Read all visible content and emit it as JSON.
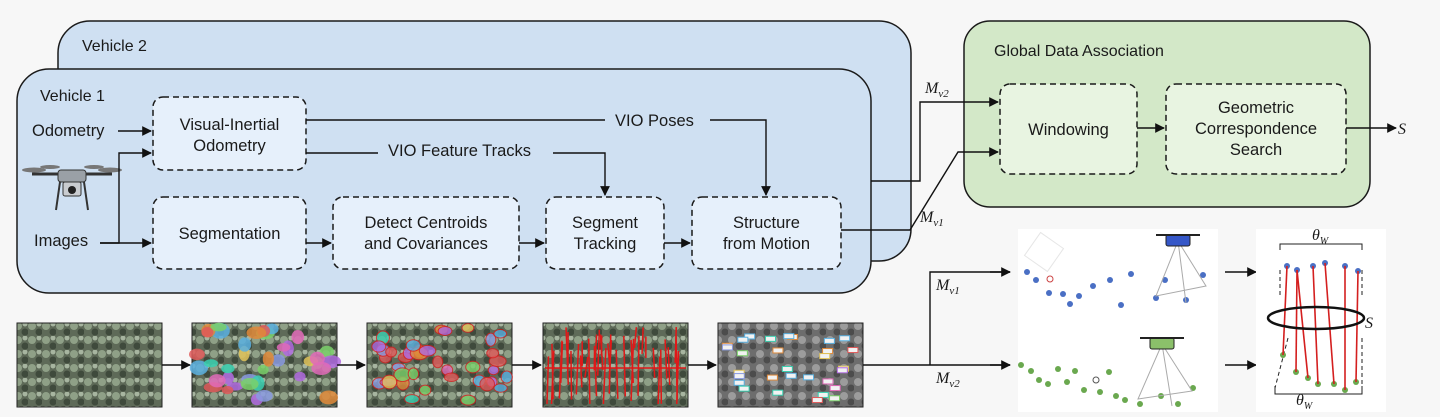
{
  "panels": {
    "vehicle2": "Vehicle 2",
    "vehicle1": "Vehicle 1",
    "global": "Global Data Association"
  },
  "inputs": {
    "odometry": "Odometry",
    "images": "Images"
  },
  "nodes": {
    "vio": [
      "Visual-Inertial",
      "Odometry"
    ],
    "segmentation": [
      "Segmentation"
    ],
    "detect": [
      "Detect Centroids",
      "and Covariances"
    ],
    "tracking": [
      "Segment",
      "Tracking"
    ],
    "sfm": [
      "Structure",
      "from Motion"
    ],
    "windowing": [
      "Windowing"
    ],
    "search": [
      "Geometric",
      "Correspondence",
      "Search"
    ]
  },
  "edge_labels": {
    "vio_poses": "VIO Poses",
    "vio_tracks": "VIO Feature Tracks"
  },
  "math": {
    "mv2_main": "M",
    "mv2_main_sub": "v2",
    "mv1_main": "M",
    "mv1_main_sub": "v1",
    "output": "S",
    "mv1_bottom": "M",
    "mv1_bottom_sub": "v1",
    "mv2_bottom": "M",
    "mv2_bottom_sub": "v2",
    "theta_top": "θ",
    "theta_top_sub": "W",
    "theta_bottom": "θ",
    "theta_bottom_sub": "W",
    "s_ellipse": "S"
  },
  "colors": {
    "vehicle_fill": "#cfe0f2",
    "node_fill": "#e6f0fb",
    "global_fill": "#d3e8c8",
    "global_node_fill": "#e8f4e1",
    "vehicle1_points": "#4a6fc4",
    "vehicle2_points": "#6aa84f",
    "correspondence": "#d41f1f"
  }
}
